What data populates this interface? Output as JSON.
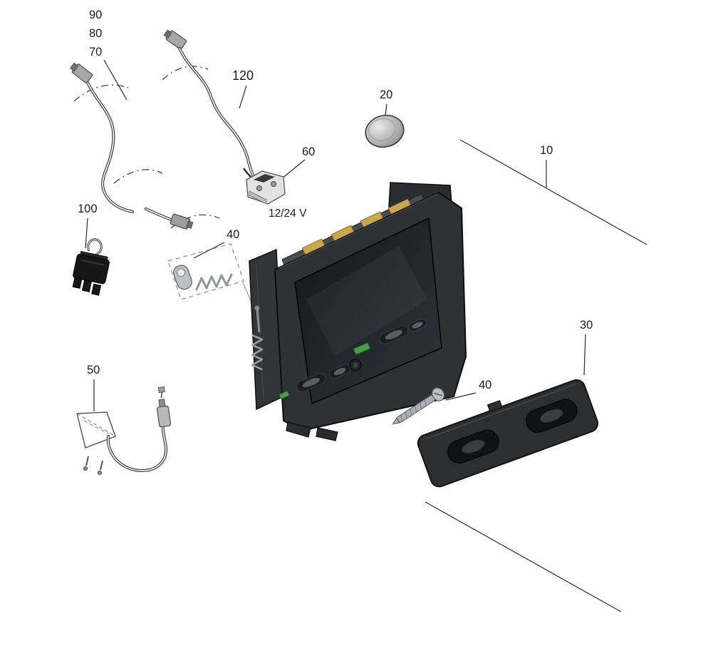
{
  "diagram": {
    "type": "exploded-parts-diagram",
    "background": "#ffffff",
    "line_color": "#2a2a2a",
    "highlight_color": "#e8500d",
    "labels": {
      "l90": {
        "text": "90"
      },
      "l80": {
        "text": "80"
      },
      "l70": {
        "text": "70"
      },
      "l120": {
        "text": "120"
      },
      "l20": {
        "text": "20"
      },
      "l60": {
        "text": "60"
      },
      "l10": {
        "text": "10"
      },
      "l100": {
        "text": "100"
      },
      "l40a": {
        "text": "40"
      },
      "l50": {
        "text": "50"
      },
      "l30": {
        "text": "30"
      },
      "l40b": {
        "text": "40"
      },
      "voltage": {
        "text": "12/24 V"
      }
    }
  }
}
